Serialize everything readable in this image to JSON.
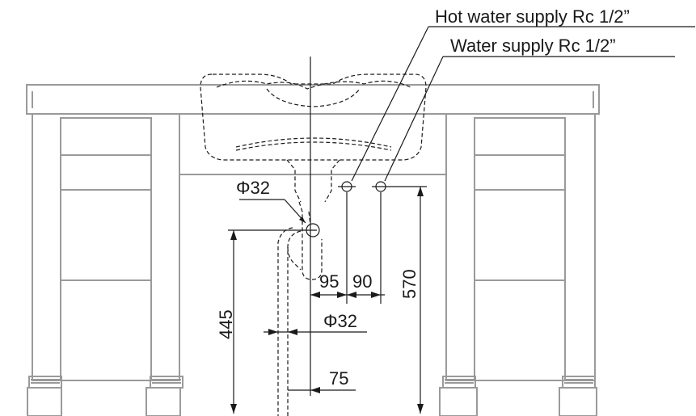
{
  "labels": {
    "hot_water_supply": "Hot water supply Rc 1/2”",
    "water_supply": "Water supply Rc 1/2”",
    "drain_diameter_top": "Φ32",
    "drain_diameter_pipe": "Φ32",
    "dim_95": "95",
    "dim_90": "90",
    "dim_570": "570",
    "dim_445": "445",
    "dim_75": "75"
  }
}
